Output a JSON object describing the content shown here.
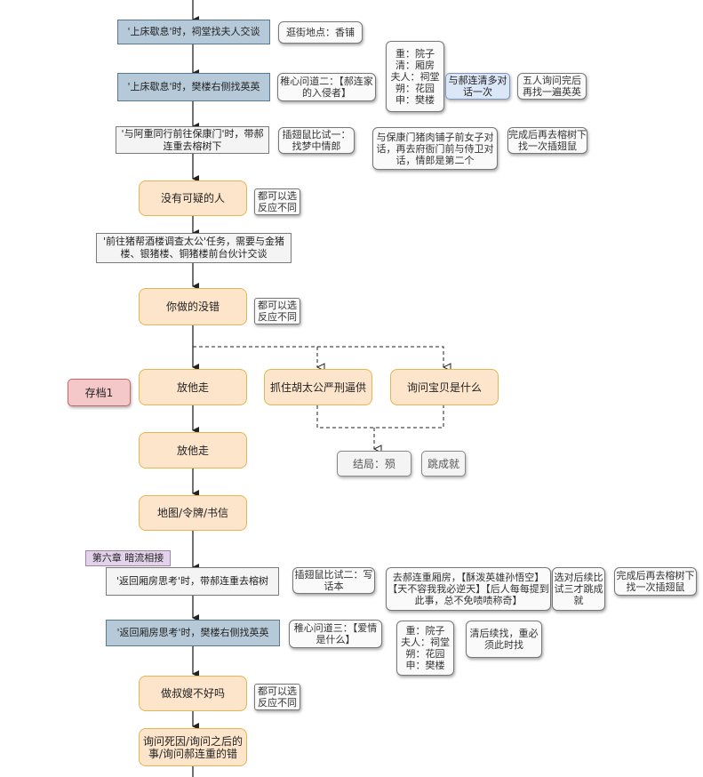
{
  "nodes": {
    "n1": "'上床歇息'时，祠堂找夫人交谈",
    "n1_note": "逛街地点：香铺",
    "n2": "'上床歇息'时，樊楼右侧找英英",
    "n2_note": "稚心问道二：【郝连家的入侵者】",
    "n2_locations": [
      "重：院子",
      "清：厢房",
      "夫人：祠堂",
      "朔：花园",
      "申：樊楼"
    ],
    "n2_note_blue": "与郝连清多对话一次",
    "n2_note_after": "五人询问完后再找一遍英英",
    "n3": "'与阿重同行前往保康门'时，带郝连重去榕树下",
    "n3_note": "插翅鼠比试一：找梦中情郎",
    "n3_note2": "与保康门猪肉铺子前女子对话，再去府衙门前与侍卫对话，情郎是第二个",
    "n3_note3": "完成后再去榕树下找一次插翅鼠",
    "c1": "没有可疑的人",
    "c1_note": "都可以选反应不同",
    "n4": "'前往猪帮酒楼调查太公'任务，需要与金猪楼、银猪楼、铜猪楼前台伙计交谈",
    "c2": "你做的没错",
    "c2_note": "都可以选反应不同",
    "save": "存档1",
    "opt1": "放他走",
    "opt2": "抓住胡太公严刑逼供",
    "opt3": "询问宝贝是什么",
    "ending": "结局：殒",
    "ending_skip": "跳成就",
    "c3": "放他走",
    "c4": "地图/令牌/书信",
    "chapter": "第六章 暗流相接",
    "n5": "'返回厢房思考'时，带郝连重去榕树",
    "n5_note": "插翅鼠比试二：写话本",
    "n5_note2": "去郝连重厢房，【酥泼英雄孙悟空】【天不容我我必逆天】【后人每每提到此事，总不免啧啧称奇】",
    "n5_note3": "选对后续比试三才跳成就",
    "n5_note4": "完成后再去榕树下找一次插翅鼠",
    "n6": "'返回厢房思考'时，樊楼右侧找英英",
    "n6_note": "稚心问道三：【爱情是什么】",
    "n6_locations": [
      "重：院子",
      "夫人：祠堂",
      "朔：花园",
      "申：樊楼"
    ],
    "n6_note2": "清后续找，重必须此时找",
    "c5": "做叔嫂不好吗",
    "c5_note": "都可以选反应不同",
    "c6": "询问死因/询问之后的事/询问郝连重的错"
  }
}
